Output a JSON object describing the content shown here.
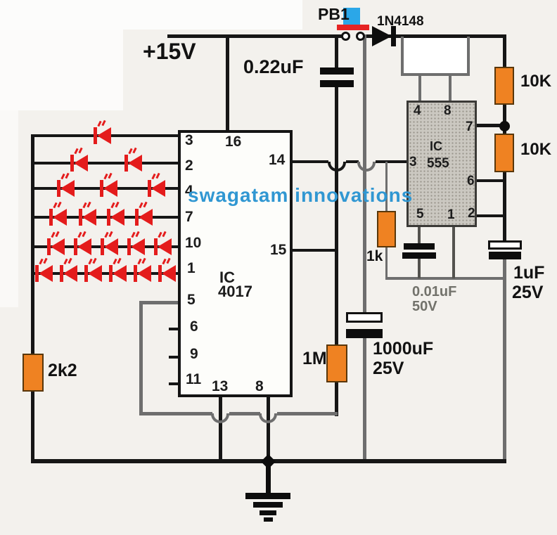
{
  "labels": {
    "supply": "+15V",
    "pb1": "PB1",
    "diode": "1N4148",
    "cap_022": "0.22uF",
    "r_10k_top": "10K",
    "r_10k_bottom": "10K",
    "r_1k": "1k",
    "r_1m": "1M",
    "r_2k2": "2k2",
    "cap_1000uf_value": "1000uF",
    "cap_1000uf_volt": "25V",
    "cap_001uf_value": "0.01uF",
    "cap_001uf_volt": "50V",
    "cap_1uf_value": "1uF",
    "cap_1uf_volt": "25V",
    "watermark": "swagatam innovations"
  },
  "ic4017": {
    "title_line1": "IC",
    "title_line2": "4017",
    "pins_left": [
      "3",
      "2",
      "4",
      "7",
      "10",
      "1",
      "5",
      "6",
      "9",
      "11"
    ],
    "pins_top": [
      "16"
    ],
    "pins_right": [
      "14",
      "15"
    ],
    "pins_bottom": [
      "13",
      "8"
    ]
  },
  "ic555": {
    "title_line1": "IC",
    "title_line2": "555",
    "pins_top": [
      "4",
      "8"
    ],
    "pins_left": [
      "3"
    ],
    "pins_right": [
      "7",
      "6",
      "2"
    ],
    "pins_bottom": [
      "5",
      "1"
    ]
  },
  "led_rows": [
    {
      "pin": "3",
      "leds": 1
    },
    {
      "pin": "2",
      "leds": 2
    },
    {
      "pin": "4",
      "leds": 3
    },
    {
      "pin": "7",
      "leds": 4
    },
    {
      "pin": "10",
      "leds": 5
    },
    {
      "pin": "1",
      "leds": 6
    }
  ],
  "colors": {
    "wire": "#161616",
    "gray_wire": "#6e6e6e",
    "resistor_body": "#ef8222",
    "led_red": "#e41c1c",
    "button_cap_blue": "#2ba7e8",
    "button_bar_red": "#e62424",
    "watermark_blue": "#3097d2",
    "ic555_fill": "#cbc8c1"
  }
}
